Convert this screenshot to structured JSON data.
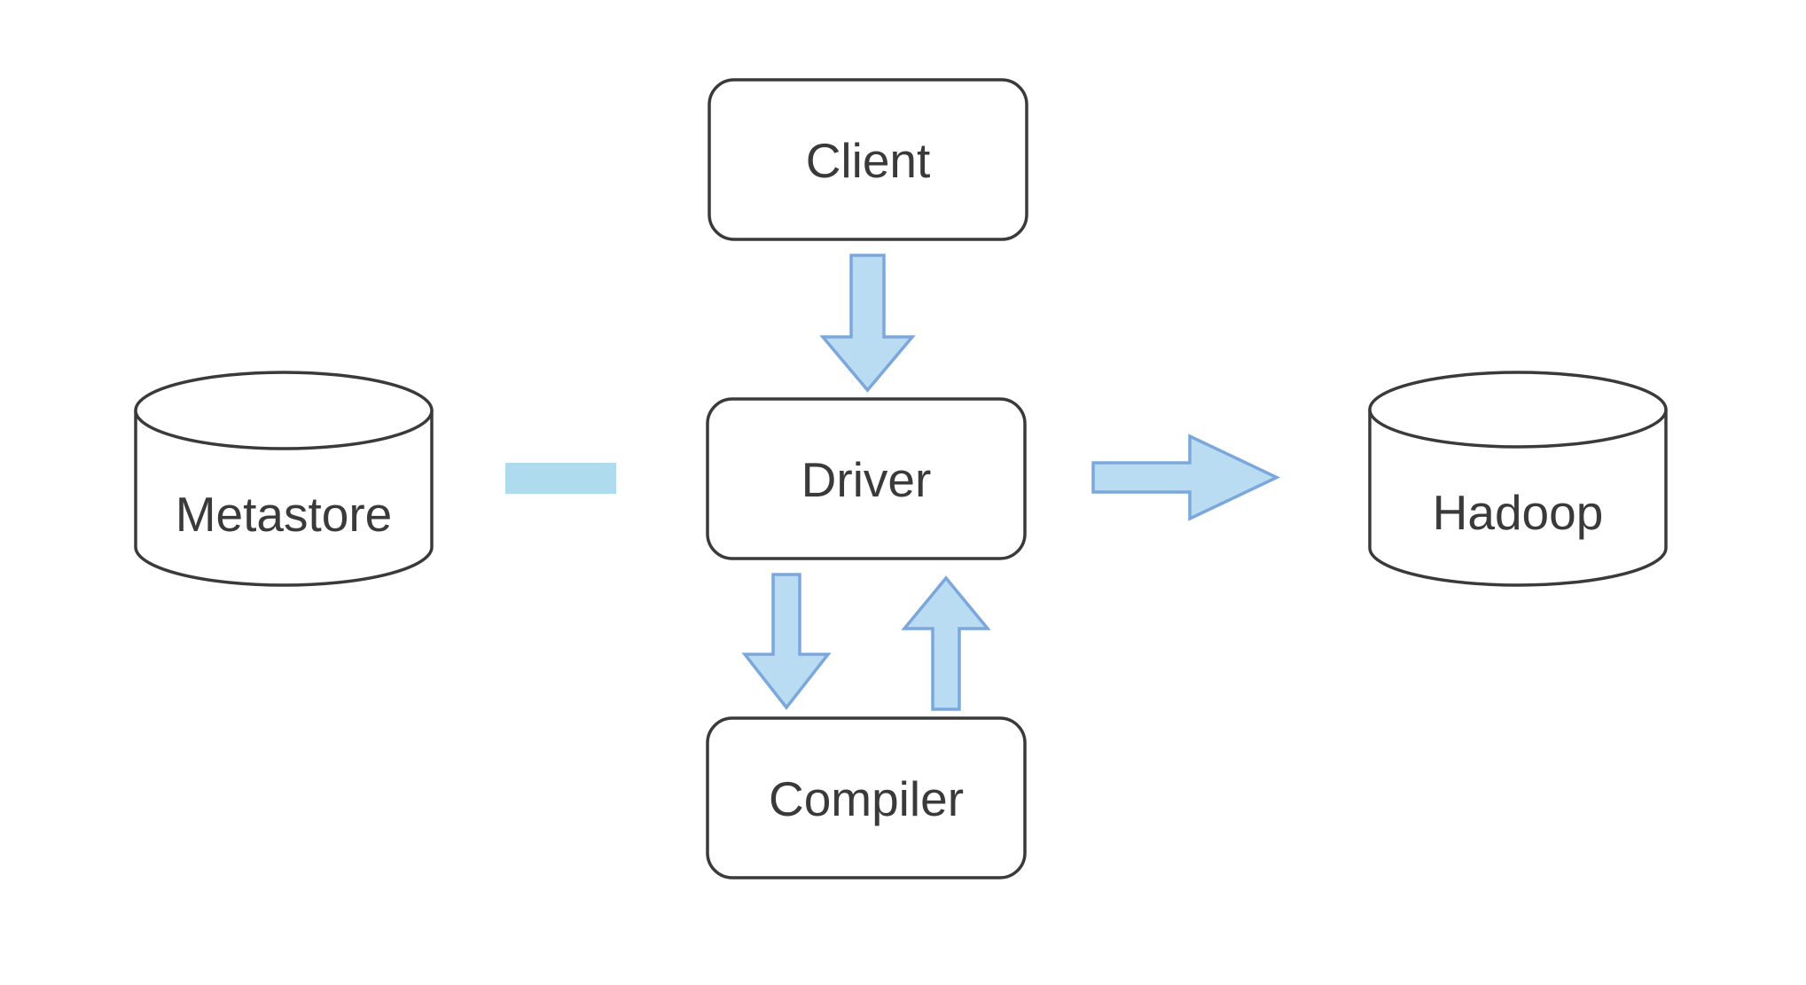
{
  "diagram": {
    "colors": {
      "background": "#ffffff",
      "node_fill": "#ffffff",
      "node_stroke": "#3a3a3a",
      "label_color": "#3a3a3a",
      "arrow_fill": "#b9dcf2",
      "arrow_stroke": "#7ba7dc",
      "connector_fill": "#aedcee"
    },
    "nodes": {
      "client": {
        "label": "Client",
        "shape": "rounded-rectangle"
      },
      "driver": {
        "label": "Driver",
        "shape": "rounded-rectangle"
      },
      "compiler": {
        "label": "Compiler",
        "shape": "rounded-rectangle"
      },
      "metastore": {
        "label": "Metastore",
        "shape": "cylinder"
      },
      "hadoop": {
        "label": "Hadoop",
        "shape": "cylinder"
      }
    },
    "edges": [
      {
        "from": "Client",
        "to": "Driver",
        "style": "block-arrow",
        "direction": "down"
      },
      {
        "from": "Metastore",
        "to": "Driver",
        "style": "dash-connector",
        "direction": "horizontal"
      },
      {
        "from": "Driver",
        "to": "Compiler",
        "style": "block-arrow",
        "direction": "down"
      },
      {
        "from": "Compiler",
        "to": "Driver",
        "style": "block-arrow",
        "direction": "up"
      },
      {
        "from": "Driver",
        "to": "Hadoop",
        "style": "block-arrow",
        "direction": "right"
      }
    ]
  }
}
